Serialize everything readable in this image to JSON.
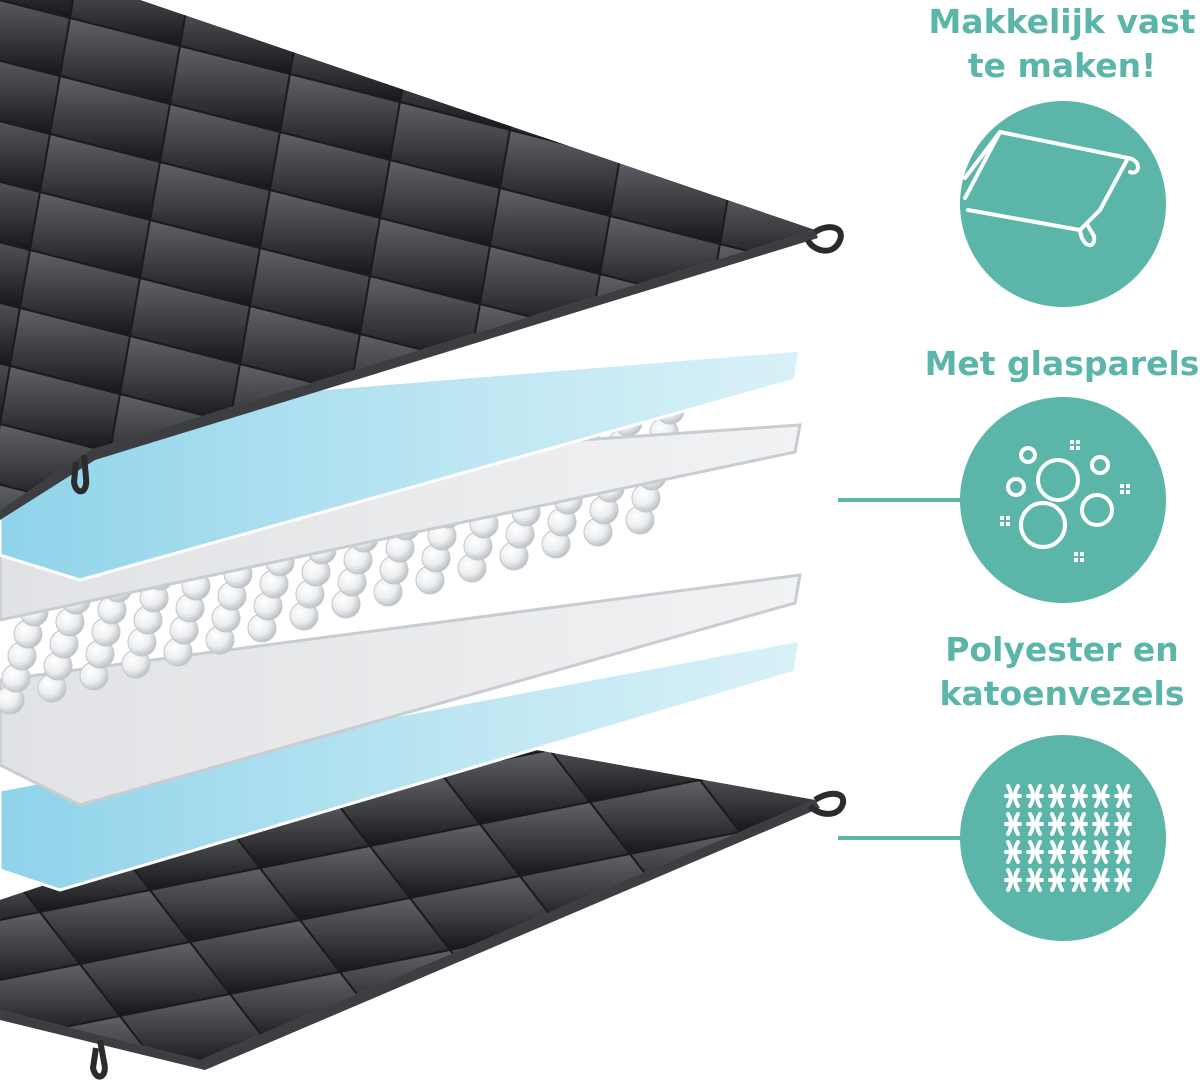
{
  "theme": {
    "accent": "#5bb5a9",
    "fabric_dark": "#2b2b2e",
    "fabric_light": "#55565b",
    "layer_blue": "#bfe6f2",
    "layer_gray": "#e4e5e7"
  },
  "features": [
    {
      "icon": "fastening-loop-icon",
      "lines": [
        "Makkelijk vast",
        "te maken!"
      ]
    },
    {
      "icon": "glass-beads-icon",
      "lines": [
        "Met glasparels"
      ]
    },
    {
      "icon": "woven-fabric-icon",
      "lines": [
        "Polyester en",
        "katoenvezels"
      ]
    }
  ]
}
